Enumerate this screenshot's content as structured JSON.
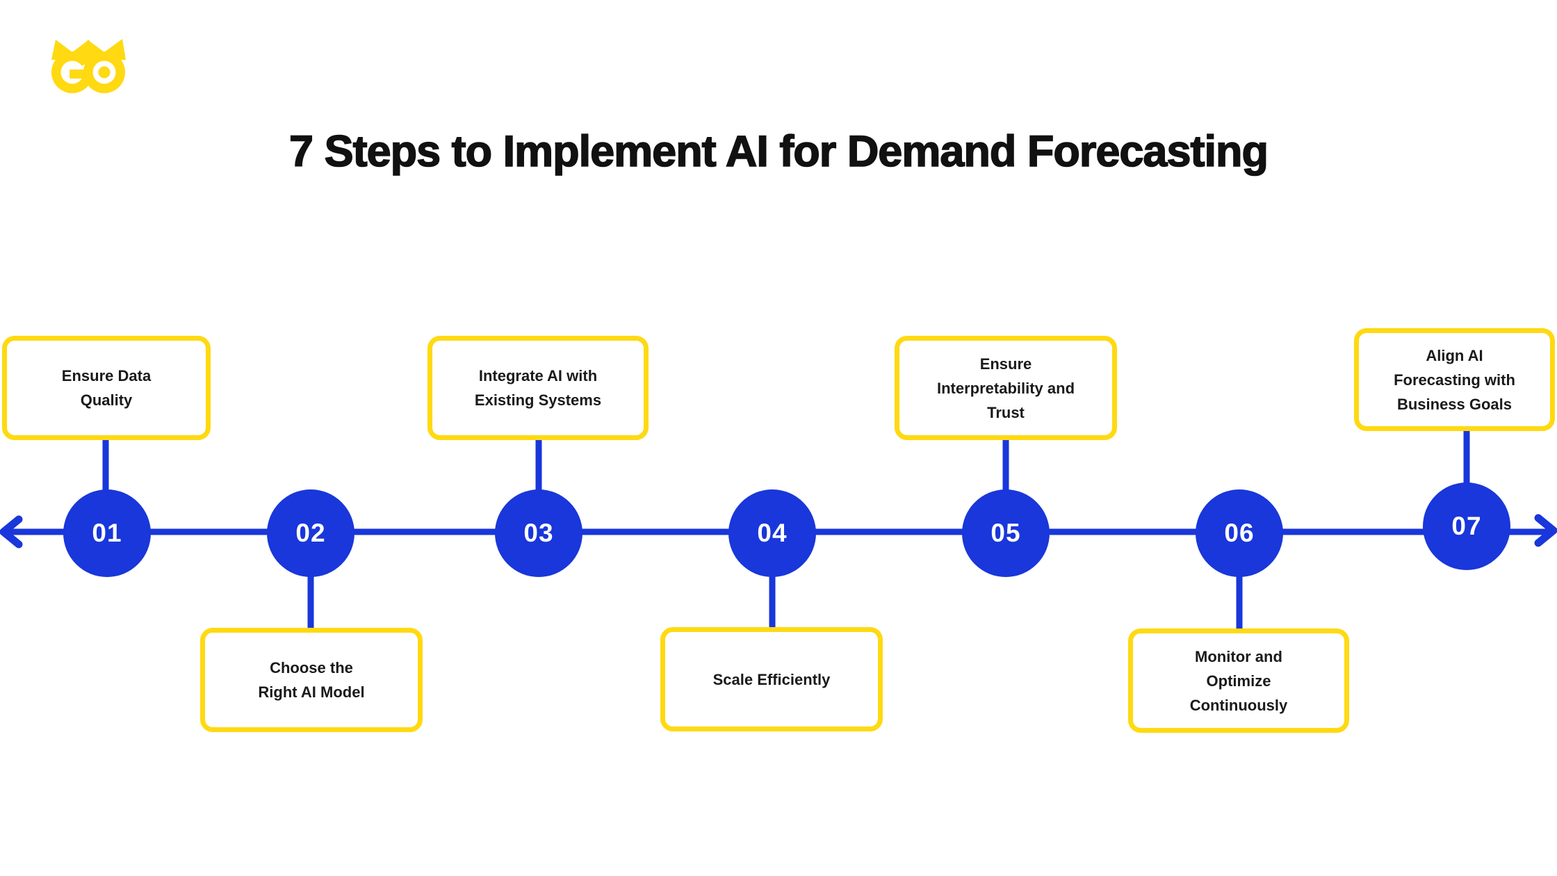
{
  "brand": {
    "name": "GO",
    "logo_icon": "go-owl-logo-icon",
    "logo_color": "#FFD911"
  },
  "header": {
    "title": "7 Steps to Implement AI for Demand Forecasting"
  },
  "colors": {
    "accent_blue": "#1937DA",
    "accent_yellow": "#FFD911",
    "text_dark": "#1a1a1a",
    "background": "#ffffff"
  },
  "timeline": {
    "orientation": "horizontal",
    "left_icon": "arrow-left-icon",
    "right_icon": "arrow-right-icon",
    "step_count": 7
  },
  "steps": [
    {
      "number": "01",
      "label": "Ensure Data\nQuality",
      "position": "above"
    },
    {
      "number": "02",
      "label": "Choose the\nRight AI Model",
      "position": "below"
    },
    {
      "number": "03",
      "label": "Integrate AI with\nExisting Systems",
      "position": "above"
    },
    {
      "number": "04",
      "label": "Scale Efficiently",
      "position": "below"
    },
    {
      "number": "05",
      "label": "Ensure\nInterpretability and\nTrust",
      "position": "above"
    },
    {
      "number": "06",
      "label": "Monitor and\nOptimize\nContinuously",
      "position": "below"
    },
    {
      "number": "07",
      "label": "Align AI\nForecasting with\nBusiness Goals",
      "position": "above"
    }
  ]
}
